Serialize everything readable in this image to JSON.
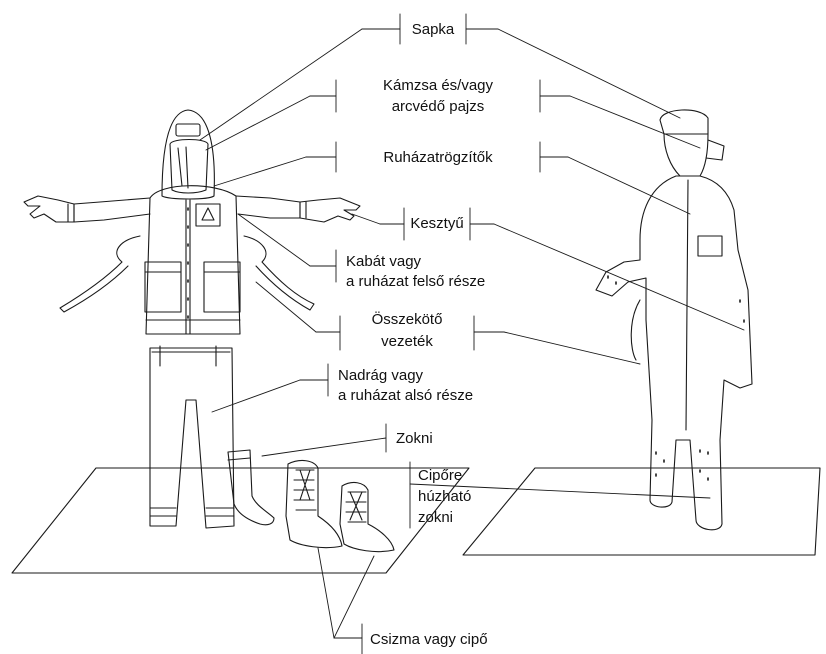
{
  "labels": {
    "sapka": "Sapka",
    "kamzsa_line1": "Kámzsa és/vagy",
    "kamzsa_line2": "arcvédő pajzs",
    "ruhazatrogzitok": "Ruházatrögzítők",
    "kesztyu": "Kesztyű",
    "kabat_line1": "Kabát vagy",
    "kabat_line2": "a ruházat felső része",
    "osszekoto_line1": "Összekötő",
    "osszekoto_line2": "vezeték",
    "nadrag_line1": "Nadrág vagy",
    "nadrag_line2": "a ruházat alsó része",
    "zokni": "Zokni",
    "cipore_line1": "Cipőre",
    "cipore_line2": "húzható",
    "cipore_line3": "zokni",
    "csizma": "Csizma vagy cipő"
  },
  "colors": {
    "line": "#1a1a1a",
    "background": "#ffffff"
  }
}
